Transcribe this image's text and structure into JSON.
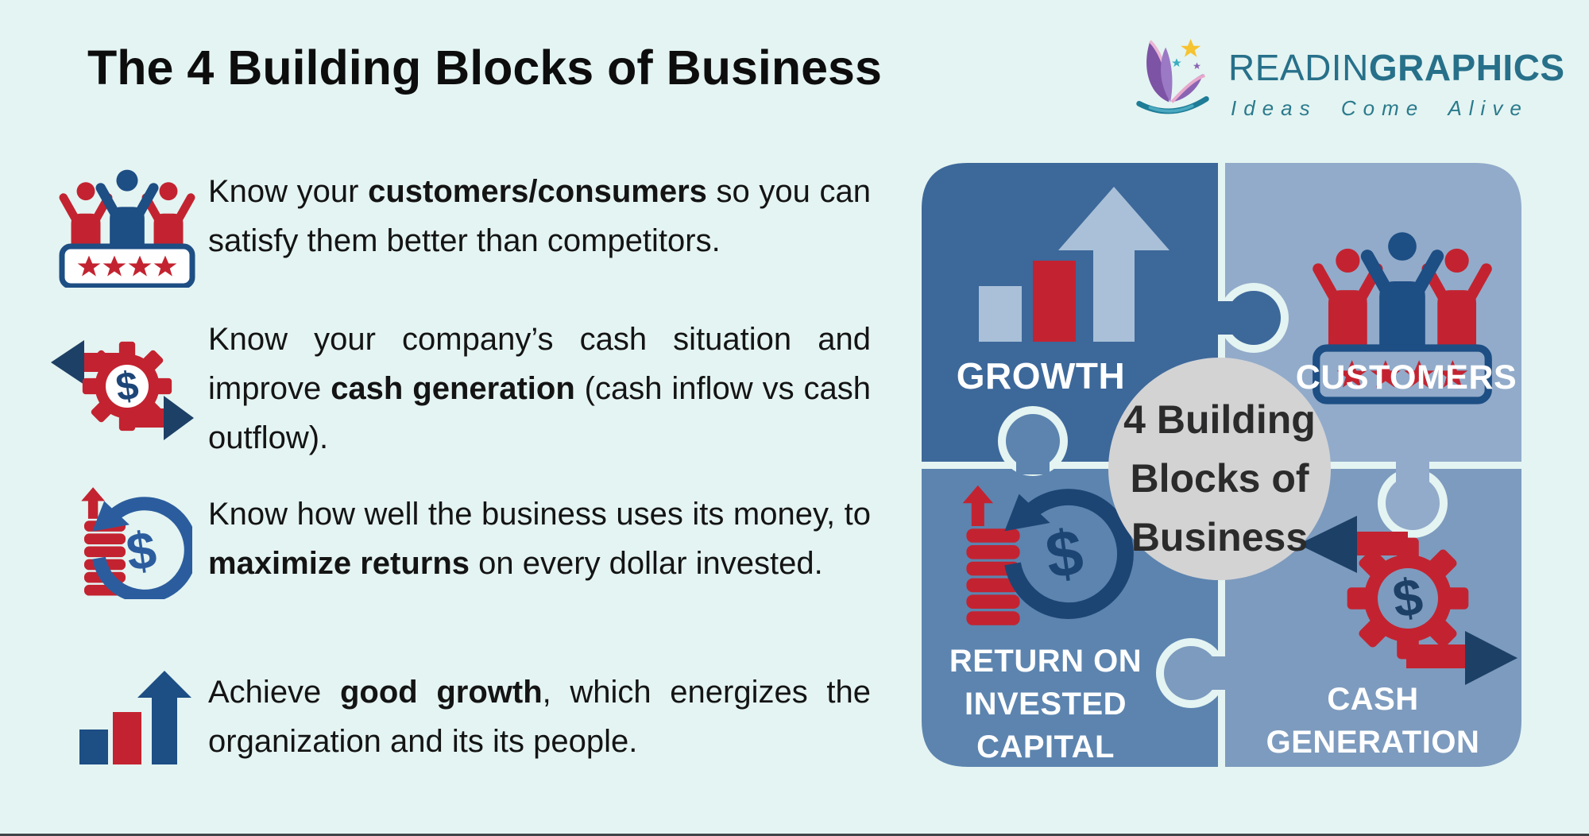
{
  "page": {
    "background": "#e4f4f2",
    "bottom_edge_color": "#3f4448",
    "title": "The 4 Building Blocks of Business"
  },
  "logo": {
    "icon": "open-book-with-stars-icon",
    "brand_regular": "READIN",
    "brand_bold": "GRAPHICS",
    "tagline": "Ideas Come Alive",
    "brand_color": "#27708a"
  },
  "bullets": [
    {
      "icon": "cheering-customers-rating-icon",
      "text_pre": "Know your ",
      "text_bold": "customers/consumers",
      "text_post": " so you can satisfy them better than competitors."
    },
    {
      "icon": "cash-flow-gear-dollar-icon",
      "text_pre": "Know your company’s cash situation and improve ",
      "text_bold": "cash generation",
      "text_post": " (cash inflow vs cash outflow)."
    },
    {
      "icon": "coin-stack-return-cycle-icon",
      "text_pre": "Know how well the business uses its money, to ",
      "text_bold": "maximize returns",
      "text_post": " on every dollar invested."
    },
    {
      "icon": "growth-bars-arrow-icon",
      "text_pre": "Achieve ",
      "text_bold": "good growth",
      "text_post": ", which energizes the organization and its its people."
    }
  ],
  "puzzle": {
    "center": {
      "lines": [
        "4 Building",
        "Blocks of",
        "Business"
      ],
      "circle_color": "#d3d3d4",
      "text_color": "#2b2b2b"
    },
    "label_color": "#ffffff",
    "pieces": [
      {
        "id": "growth",
        "label_lines": [
          "GROWTH"
        ],
        "color": "#3d689a",
        "icon": "growth-bars-arrow-icon"
      },
      {
        "id": "customers",
        "label_lines": [
          "CUSTOMERS"
        ],
        "color": "#92abca",
        "icon": "cheering-customers-rating-icon"
      },
      {
        "id": "return-on-invested-capital",
        "label_lines": [
          "RETURN ON",
          "INVESTED",
          "CAPITAL"
        ],
        "color": "#5c84af",
        "icon": "coin-stack-return-cycle-icon"
      },
      {
        "id": "cash-generation",
        "label_lines": [
          "CASH",
          "GENERATION"
        ],
        "color": "#7d9bbe",
        "icon": "cash-flow-gear-dollar-icon"
      }
    ]
  },
  "colors": {
    "red": "#c32330",
    "navy": "#1d4e84",
    "dark_arrow_navy": "#1d4066",
    "bright_blue": "#2b5d9e",
    "light_bar_blue": "#a9c0d8",
    "center_gray": "#d3d3d4",
    "teal": "#27708a",
    "text": "#141414"
  }
}
